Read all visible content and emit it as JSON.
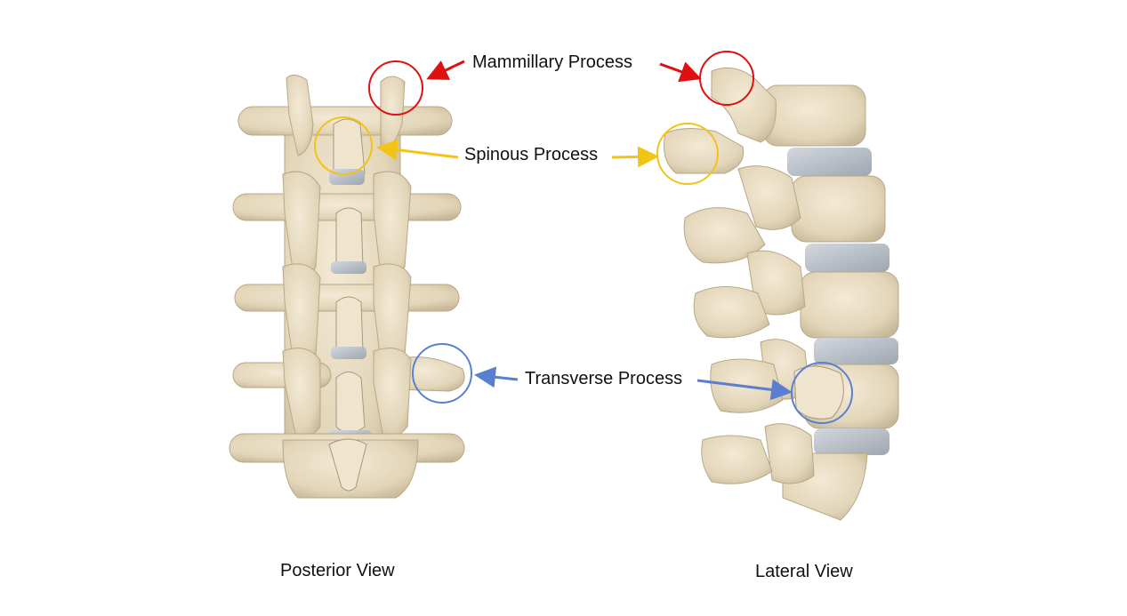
{
  "labels": {
    "mammillary": "Mammillary Process",
    "spinous": "Spinous Process",
    "transverse": "Transverse Process"
  },
  "views": {
    "posterior": "Posterior View",
    "lateral": "Lateral View"
  },
  "colors": {
    "mammillary": "#e01010",
    "spinous": "#f2c418",
    "transverse": "#5b7fd0",
    "bone": "#e8dcc1",
    "bone_outline": "#b8a888",
    "disc": "#b9c0c8"
  }
}
